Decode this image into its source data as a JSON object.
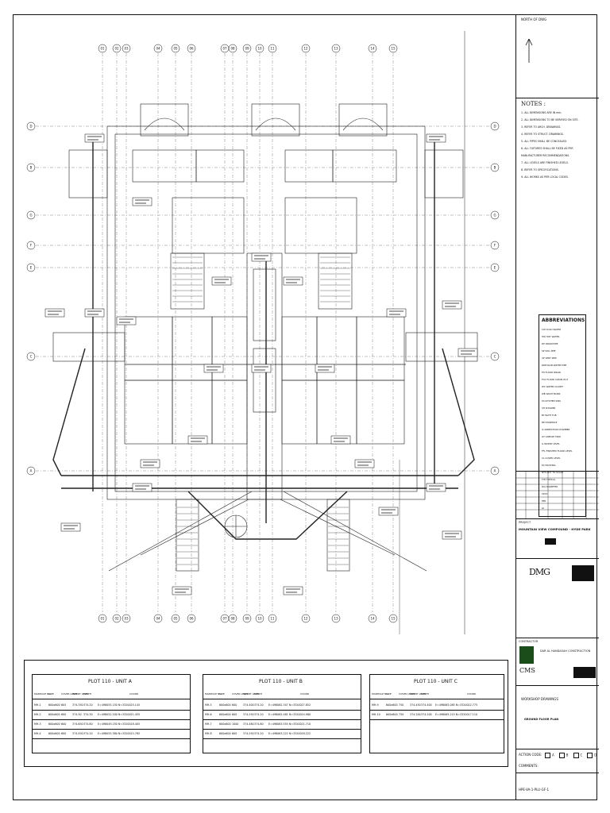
{
  "grid_top": [
    "01",
    "02",
    "03",
    "04",
    "05",
    "06",
    "07",
    "08",
    "09",
    "10",
    "11",
    "12",
    "13",
    "14",
    "15"
  ],
  "grid_bottom": [
    "01",
    "02",
    "03",
    "04",
    "05",
    "06",
    "07",
    "08",
    "09",
    "10",
    "11",
    "12",
    "13",
    "14",
    "15"
  ],
  "grid_left": [
    "D",
    "B",
    "G",
    "F",
    "E",
    "C",
    "A"
  ],
  "grid_right": [
    "D",
    "B",
    "G",
    "F",
    "E",
    "C",
    "A"
  ],
  "north_label": "NORTH OF DWG",
  "notes": {
    "title": "NOTES :",
    "lines": [
      "1- ALL DIMENSIONS ARE IN mm.",
      "2- ALL DIMENSIONS TO BE VERIFIED ON SITE.",
      "3- REFER TO ARCH. DRAWINGS.",
      "4- REFER TO STRUCT. DRAWINGS.",
      "5- ALL PIPES SHALL BE CONCEALED.",
      "6- ALL FIXTURES SHALL BE FIXED AS PER",
      "   MANUFACTURER RECOMMENDATIONS.",
      "7- ALL LEVELS ARE FINISHED LEVELS.",
      "8- REFER TO SPECIFICATIONS.",
      "9- ALL WORKS AS PER LOCAL CODES."
    ]
  },
  "abbreviations": {
    "title": "ABBREVIATIONS",
    "rows": [
      "CW  COLD WATER",
      "HW  HOT WATER",
      "DP  DRAIN PIPE",
      "SP  SOIL PIPE",
      "VP  VENT PIPE",
      "RWP RAIN WATER PIPE",
      "FD  FLOOR DRAIN",
      "FCO FLOOR CLEAN OUT",
      "WC  WATER CLOSET",
      "WB  WASH BASIN",
      "KS  KITCHEN SINK",
      "SH  SHOWER",
      "BT  BATH TUB",
      "MH  MANHOLE",
      "IC  INSPECTION CHAMBER",
      "GT  GREASE TRAP",
      "IL  INVERT LEVEL",
      "FFL FINISHED FLOOR LEVEL",
      "CL  COVER LEVEL",
      "EX  EXISTING",
      "NTS NOT TO SCALE",
      "TYP TYPICAL",
      "DIA DIAMETER",
      "UPVC",
      "PPR",
      "GI"
    ]
  },
  "project": {
    "header": "PROJECT",
    "name": "MOUNTAIN VIEW COMPOUND - HYDE PARK",
    "consultant": "DMG",
    "contractor_header": "CONTRACTOR",
    "contractor": "DAR AL HANDASAH CONSTRUCTION",
    "cms": "CMS",
    "stage": "WORKSHOP DRAWINGS",
    "title": "GROUND FLOOR PLAN",
    "action_code": "ACTION CODE:",
    "options": [
      "A",
      "B",
      "C",
      "D"
    ],
    "comments": "COMMENTS:",
    "drawing_no": "HPE-VA-1-PLU-GF-1"
  },
  "tables": [
    {
      "title": "PLOT 110 - UNIT A",
      "headers": [
        "MANHOLE NO.",
        "SIZE",
        "COVER LEVEL",
        "INVERT LEVEL",
        "DEPTH",
        "COORD"
      ],
      "rows": [
        [
          "MH-1",
          "600x600",
          "605",
          "374.350",
          "374.20",
          "E=498055.150  N=3320025.145"
        ],
        [
          "MH-2",
          "600x600",
          "600",
          "374.50",
          "374.30",
          "E=498052.200  N=3320021.455"
        ],
        [
          "MH-3",
          "600x600",
          "600",
          "374.650",
          "374.80",
          "E=498049.250  N=3320018.405"
        ],
        [
          "MH-4",
          "600x600",
          "600",
          "374.450",
          "374.20",
          "E=498055.380  N=3320015.785"
        ]
      ]
    },
    {
      "title": "PLOT 110 - UNIT B",
      "headers": [
        "MANHOLE NO.",
        "SIZE",
        "COVER LEVEL",
        "INVERT LEVEL",
        "DEPTH",
        "COORD"
      ],
      "rows": [
        [
          "MH-5",
          "600x600",
          "600",
          "374.400",
          "374.20",
          "E=498062.347  N=3320027.852"
        ],
        [
          "MH-6",
          "600x600",
          "600",
          "374.250",
          "374.20",
          "E=498062.481  N=3320024.980"
        ],
        [
          "MH-7",
          "600x600",
          "1000",
          "374.480",
          "374.80",
          "E=498063.555  N=3320021.710"
        ],
        [
          "MH-8",
          "600x600",
          "600",
          "374.250",
          "374.20",
          "E=498063.222  N=3320018.222"
        ]
      ]
    },
    {
      "title": "PLOT 110 - UNIT C",
      "headers": [
        "MANHOLE NO.",
        "SIZE",
        "COVER LEVEL",
        "INVERT LEVEL",
        "DEPTH",
        "COORD"
      ],
      "rows": [
        [
          "MH-9",
          "600x600",
          "750",
          "374.450",
          "374.400",
          "E=498065.085  N=3320022.775"
        ],
        [
          "MH-10",
          "600x600",
          "750",
          "374.200",
          "374.200",
          "E=498065.215  N=3320017.110"
        ]
      ]
    }
  ]
}
